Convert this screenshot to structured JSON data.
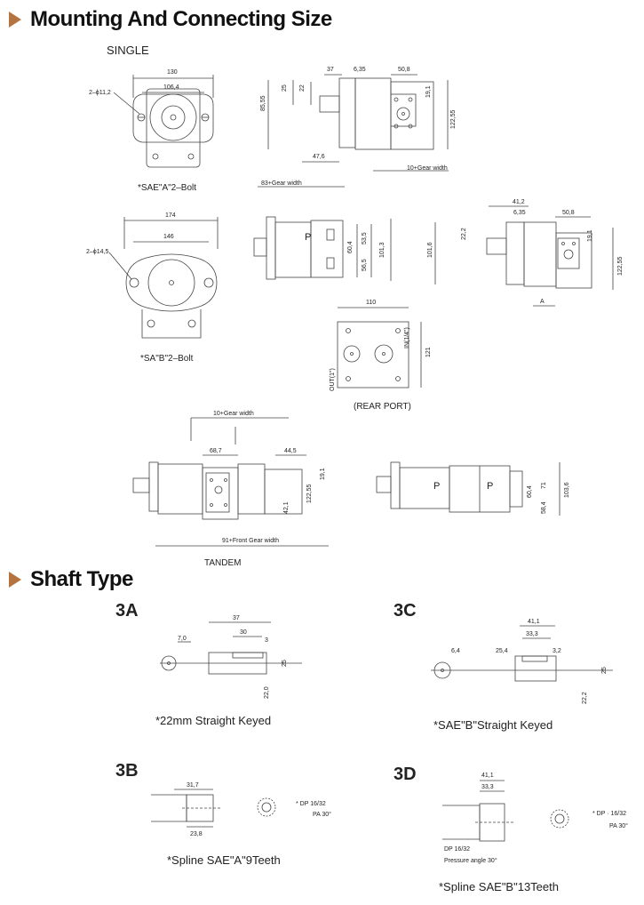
{
  "sections": {
    "mounting": "Mounting And Connecting Size",
    "shaft": "Shaft Type"
  },
  "labels": {
    "single": "SINGLE",
    "sae_a": "*SAE\"A\"2–Bolt",
    "sa_b": "*SA\"B\"2–Bolt",
    "rear_port": "(REAR PORT)",
    "tandem": "TANDEM",
    "bolt_a": "2–ϕ11,2",
    "bolt_b": "2–ϕ14,5",
    "gear83": "83+Gear width",
    "gear10": "10+Gear width",
    "gear10t": "10+Gear width",
    "gear91": "91+Front Gear width",
    "p": "P",
    "a": "A",
    "in": "IN(1/4\")",
    "out": "OUT(1\")"
  },
  "dims": {
    "d130": "130",
    "d106": "106,4",
    "d37": "37",
    "d635": "6,35",
    "d508": "50,8",
    "d8555": "85,55",
    "d25": "25",
    "d22": "22",
    "d191": "19,1",
    "d12255": "122,55",
    "d476": "47,6",
    "d174": "174",
    "d146": "146",
    "d604": "60,4",
    "d535": "53,5",
    "d565": "56,5",
    "d1013": "101,3",
    "d412": "41,2",
    "d635b": "6,35",
    "d508b": "50,8",
    "d222": "22,2",
    "d1016": "101,6",
    "d191b": "19,1",
    "d12255b": "122,55",
    "d110": "110",
    "d121": "121",
    "d687": "68,7",
    "d445": "44,5",
    "d191t": "19,1",
    "d12255t": "122,55",
    "d421": "42,1",
    "d604t": "60,4",
    "d71": "71",
    "d1036": "103,6",
    "d584": "58,4"
  },
  "shafts": {
    "a": {
      "code": "3A",
      "caption": "*22mm Straight Keyed",
      "d37": "37",
      "d70": "7,0",
      "d30": "30",
      "d3": "3",
      "d25": "25",
      "d220": "22,0"
    },
    "c": {
      "code": "3C",
      "caption": "*SAE\"B\"Straight Keyed",
      "d411": "41,1",
      "d64": "6,4",
      "d333": "33,3",
      "d254": "25,4",
      "d32": "3,2",
      "d25": "25",
      "d222": "22,2"
    },
    "b": {
      "code": "3B",
      "caption": "*Spline SAE\"A\"9Teeth",
      "d317": "31,7",
      "d238": "23,8",
      "dp": "* DP  16/32",
      "pa": "PA  30°"
    },
    "d": {
      "code": "3D",
      "caption": "*Spline SAE\"B\"13Teeth",
      "d411": "41,1",
      "d333": "33,3",
      "dp": "* DP · 16/32",
      "pa": "PA  30°",
      "dp2": "DP  16/32",
      "pa2": "Pressure angle  30°"
    }
  }
}
